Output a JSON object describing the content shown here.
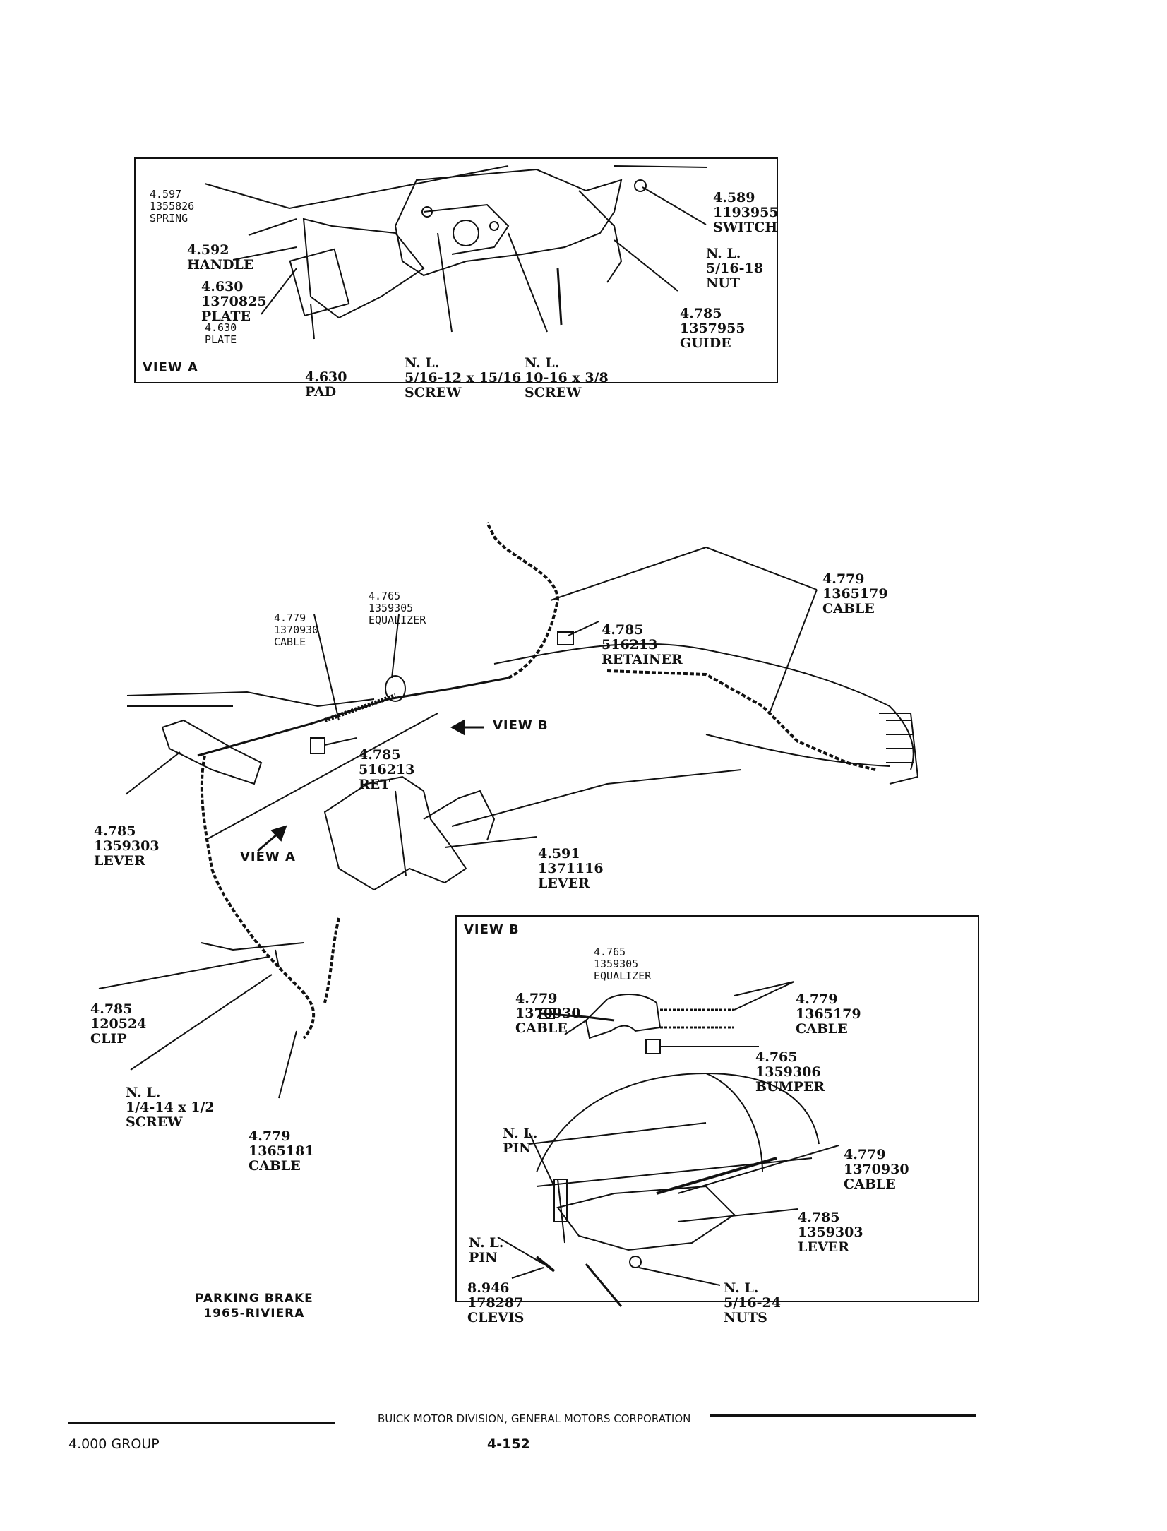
{
  "view_a": {
    "title": "VIEW A",
    "labels": {
      "spring": [
        "4.597",
        "1355826",
        "SPRING"
      ],
      "handle": [
        "4.592",
        "HANDLE"
      ],
      "plate1": [
        "4.630",
        "1370825",
        "PLATE"
      ],
      "plate2": [
        "4.630",
        "PLATE"
      ],
      "pad": [
        "4.630",
        "PAD"
      ],
      "screw1": [
        "N. L.",
        "5/16-12 x 15/16",
        "SCREW"
      ],
      "screw2": [
        "N. L.",
        "10-16 x 3/8",
        "SCREW"
      ],
      "switch": [
        "4.589",
        "1193955",
        "SWITCH"
      ],
      "nut": [
        "N. L.",
        "5/16-18",
        "NUT"
      ],
      "guide": [
        "4.785",
        "1357955",
        "GUIDE"
      ]
    }
  },
  "main": {
    "labels": {
      "cable_rear": [
        "4.779",
        "1365179",
        "CABLE"
      ],
      "equalizer": [
        "4.765",
        "1359305",
        "EQUALIZER"
      ],
      "cable_front": [
        "4.779",
        "1370930",
        "CABLE"
      ],
      "retainer": [
        "4.785",
        "516213",
        "RETAINER"
      ],
      "ret": [
        "4.785",
        "516213",
        "RET"
      ],
      "lever_left": [
        "4.785",
        "1359303",
        "LEVER"
      ],
      "lever_right": [
        "4.591",
        "1371116",
        "LEVER"
      ],
      "clip": [
        "4.785",
        "120524",
        "CLIP"
      ],
      "screw": [
        "N. L.",
        "1/4-14 x 1/2",
        "SCREW"
      ],
      "cable_bottom": [
        "4.779",
        "1365181",
        "CABLE"
      ]
    },
    "view_b_arrow": "VIEW B",
    "view_a_arrow": "VIEW A",
    "caption": [
      "PARKING BRAKE",
      "1965-RIVIERA"
    ]
  },
  "view_b": {
    "title": "VIEW B",
    "labels": {
      "equalizer": [
        "4.765",
        "1359305",
        "EQUALIZER"
      ],
      "cable_left": [
        "4.779",
        "1370930",
        "CABLE"
      ],
      "cable_right": [
        "4.779",
        "1365179",
        "CABLE"
      ],
      "bumper": [
        "4.765",
        "1359306",
        "BUMPER"
      ],
      "pin_top": [
        "N. L.",
        "PIN"
      ],
      "cable_lower": [
        "4.779",
        "1370930",
        "CABLE"
      ],
      "lever": [
        "4.785",
        "1359303",
        "LEVER"
      ],
      "pin_left": [
        "N. L.",
        "PIN"
      ],
      "clevis": [
        "8.946",
        "178287",
        "CLEVIS"
      ],
      "nuts": [
        "N. L.",
        "5/16-24",
        "NUTS"
      ]
    }
  },
  "footer": {
    "corporation": "BUICK MOTOR DIVISION, GENERAL MOTORS CORPORATION",
    "group": "4.000 GROUP",
    "page": "4-152"
  }
}
